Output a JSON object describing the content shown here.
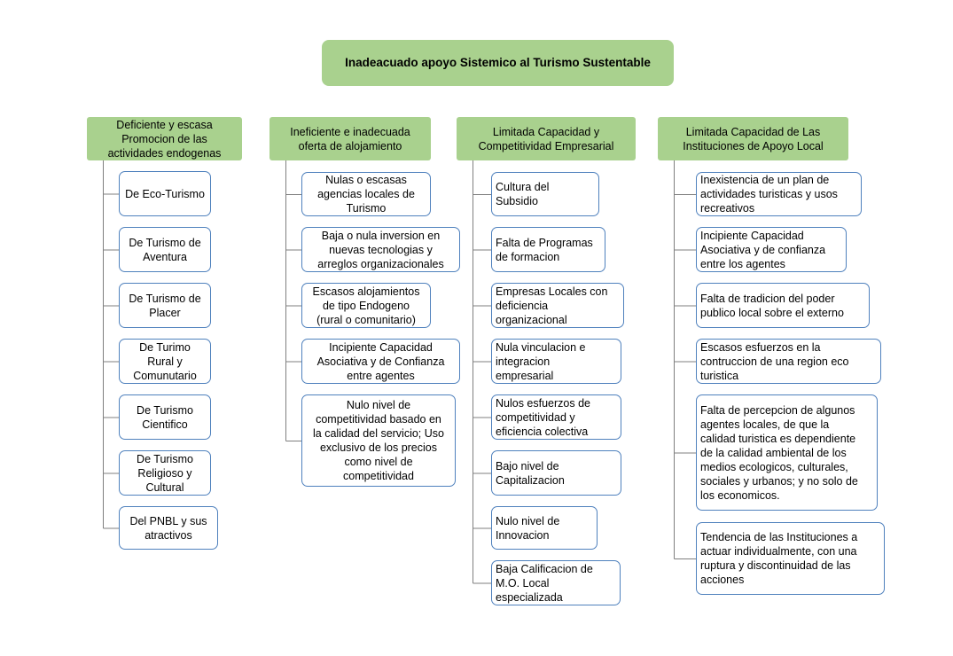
{
  "title": "Inadeacuado apoyo Sistemico al Turismo Sustentable",
  "colors": {
    "header_fill": "#a9d18e",
    "box_border": "#4f81bd",
    "connector": "#7f7f7f"
  },
  "columns": [
    {
      "header": "Deficiente y escasa\nPromocion de las\nactividades endogenas",
      "items": [
        "De Eco-Turismo",
        "De Turismo de\nAventura",
        "De Turismo de\nPlacer",
        "De Turimo\nRural y\nComunutario",
        "De Turismo\nCientifico",
        "De Turismo\nReligioso y\nCultural",
        "Del PNBL y sus\natractivos"
      ]
    },
    {
      "header": "Ineficiente e inadecuada\noferta de alojamiento",
      "items": [
        "Nulas o escasas\nagencias locales de\nTurismo",
        "Baja o nula inversion en\nnuevas tecnologias y\narreglos organizacionales",
        "Escasos alojamientos\nde tipo Endogeno\n(rural o comunitario)",
        "Incipiente Capacidad\nAsociativa y de Confianza\nentre agentes",
        "Nulo nivel de\ncompetitividad basado en\nla calidad del servicio; Uso\nexclusivo de los precios\ncomo nivel de\ncompetitividad"
      ]
    },
    {
      "header": "Limitada Capacidad y\nCompetitividad Empresarial",
      "items": [
        "Cultura del\nSubsidio",
        "Falta de Programas\nde formacion",
        "Empresas Locales  con\ndeficiencia\norganizacional",
        "Nula vinculacion e\nintegracion\nempresarial",
        "Nulos esfuerzos de\ncompetitividad y\neficiencia colectiva",
        "Bajo nivel de\nCapitalizacion",
        "Nulo nivel de\nInnovacion",
        "Baja Calificacion de\nM.O. Local\nespecializada"
      ]
    },
    {
      "header": "Limitada Capacidad  de Las\nInstituciones  de Apoyo Local",
      "items": [
        "Inexistencia  de un plan de\nactividades turisticas y usos\nrecreativos",
        "Incipiente Capacidad\nAsociativa y de confianza\nentre los agentes",
        "Falta de tradicion del poder\npublico local sobre el externo",
        "Escasos esfuerzos en la\ncontruccion de una region eco\nturistica",
        "Falta de percepcion de algunos\nagentes locales, de que la\ncalidad turistica es dependiente\nde la calidad ambiental de los\nmedios ecologicos, culturales,\nsociales y urbanos; y no solo de\nlos economicos.",
        "Tendencia de las Instituciones a\nactuar individualmente, con una\nruptura y discontinuidad de las\nacciones"
      ]
    }
  ]
}
